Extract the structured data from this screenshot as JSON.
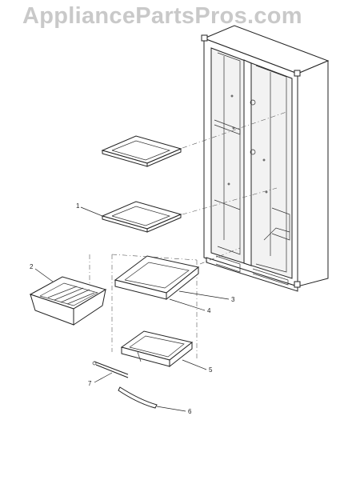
{
  "watermark": "AppliancePartsPros.com",
  "callouts": [
    {
      "id": "1",
      "label": "1"
    },
    {
      "id": "2",
      "label": "2"
    },
    {
      "id": "3",
      "label": "3"
    },
    {
      "id": "4",
      "label": "4"
    },
    {
      "id": "5",
      "label": "5"
    },
    {
      "id": "6",
      "label": "6"
    },
    {
      "id": "7",
      "label": "7"
    }
  ]
}
